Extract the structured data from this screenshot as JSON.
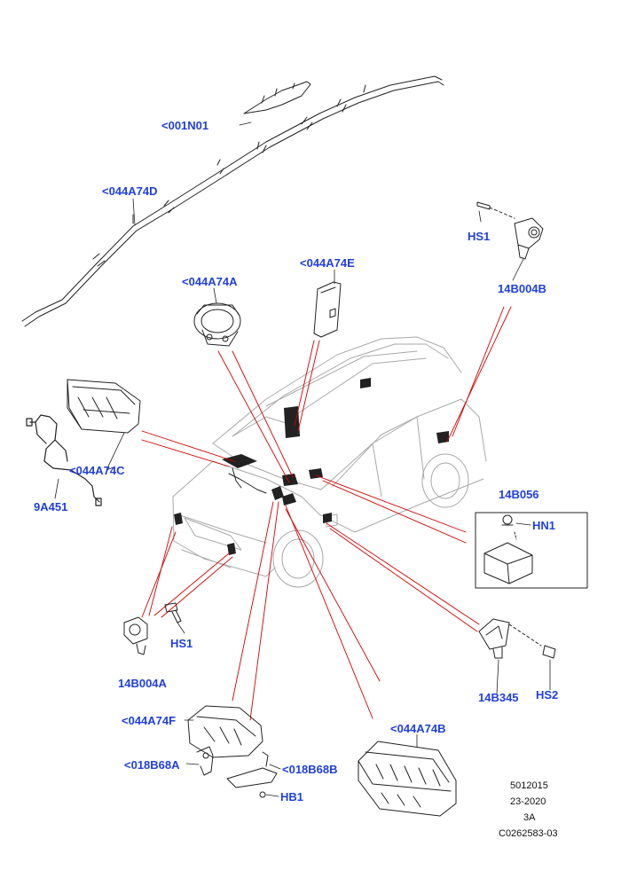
{
  "colors": {
    "callout_text": "#1f3fe0",
    "leader_line": "#d40000",
    "part_stroke": "#222222",
    "background": "#ffffff"
  },
  "callouts": {
    "curtain_left": "<001N01",
    "curtain_right": "<044A74D",
    "knee_passenger": "<044A74E",
    "steering_wheel": "<044A74A",
    "passenger_front": "<044A74C",
    "harness": "9A451",
    "bolt_rear_sensor": "HS1",
    "rear_sensor": "14B004B",
    "control_module_group": "14B056",
    "module_nut": "HN1",
    "bolt_front_sensor": "HS1",
    "front_sensor": "14B004A",
    "side_sensor": "14B345",
    "bolt_side_sensor": "HS2",
    "knee_driver": "<044A74F",
    "bracket_left": "<018B68A",
    "bracket_right": "<018B68B",
    "bracket_bolt": "HB1",
    "passenger_large": "<044A74B"
  },
  "stamp": {
    "line1": "5012015",
    "line2": "23-2020",
    "line3": "3A",
    "line4": "C0262583-03"
  }
}
